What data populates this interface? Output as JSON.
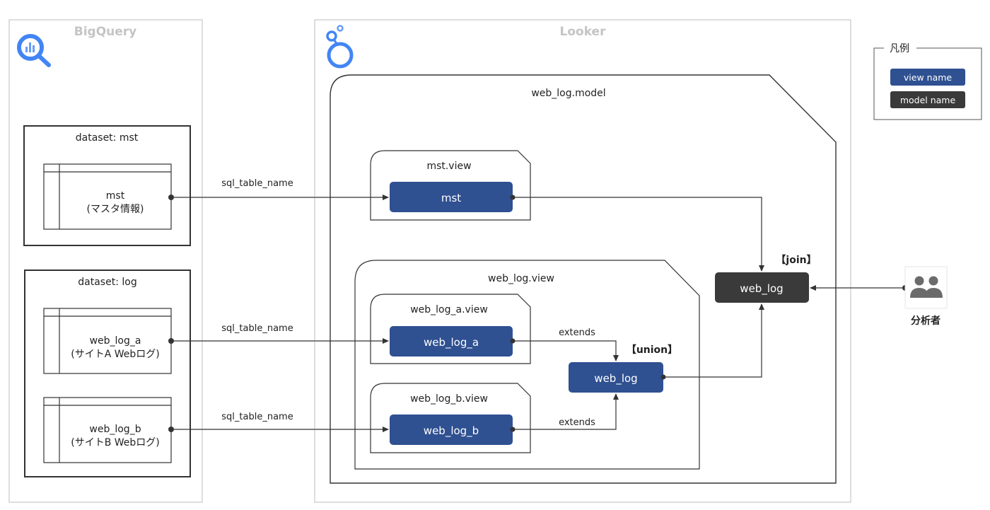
{
  "colors": {
    "view_fill": "#2f5091",
    "model_fill": "#3a3a3a",
    "panel_border": "#c8c8c8",
    "header_text": "#c4c4c4",
    "bigquery_blue": "#4285f4"
  },
  "bigquery": {
    "title": "BigQuery",
    "icon": "bigquery-icon",
    "datasets": [
      {
        "label": "dataset: mst",
        "tables": [
          {
            "name": "mst",
            "desc": "(マスタ情報)"
          }
        ]
      },
      {
        "label": "dataset: log",
        "tables": [
          {
            "name": "web_log_a",
            "desc": "(サイトA Webログ)"
          },
          {
            "name": "web_log_b",
            "desc": "(サイトB Webログ)"
          }
        ]
      }
    ]
  },
  "looker": {
    "title": "Looker",
    "icon": "looker-icon",
    "model_file": "web_log.model",
    "mst_view_file": "mst.view",
    "mst_view_name": "mst",
    "web_log_view_file": "web_log.view",
    "web_log_a_file": "web_log_a.view",
    "web_log_a_name": "web_log_a",
    "web_log_b_file": "web_log_b.view",
    "web_log_b_name": "web_log_b",
    "union_view_name": "web_log",
    "union_label": "【union】",
    "model_name": "web_log",
    "join_label": "【join】"
  },
  "edges": {
    "sql_table_name": "sql_table_name",
    "extends": "extends"
  },
  "analyst": {
    "label": "分析者",
    "icon": "people-icon"
  },
  "legend": {
    "title": "凡例",
    "view_label": "view name",
    "model_label": "model name"
  }
}
